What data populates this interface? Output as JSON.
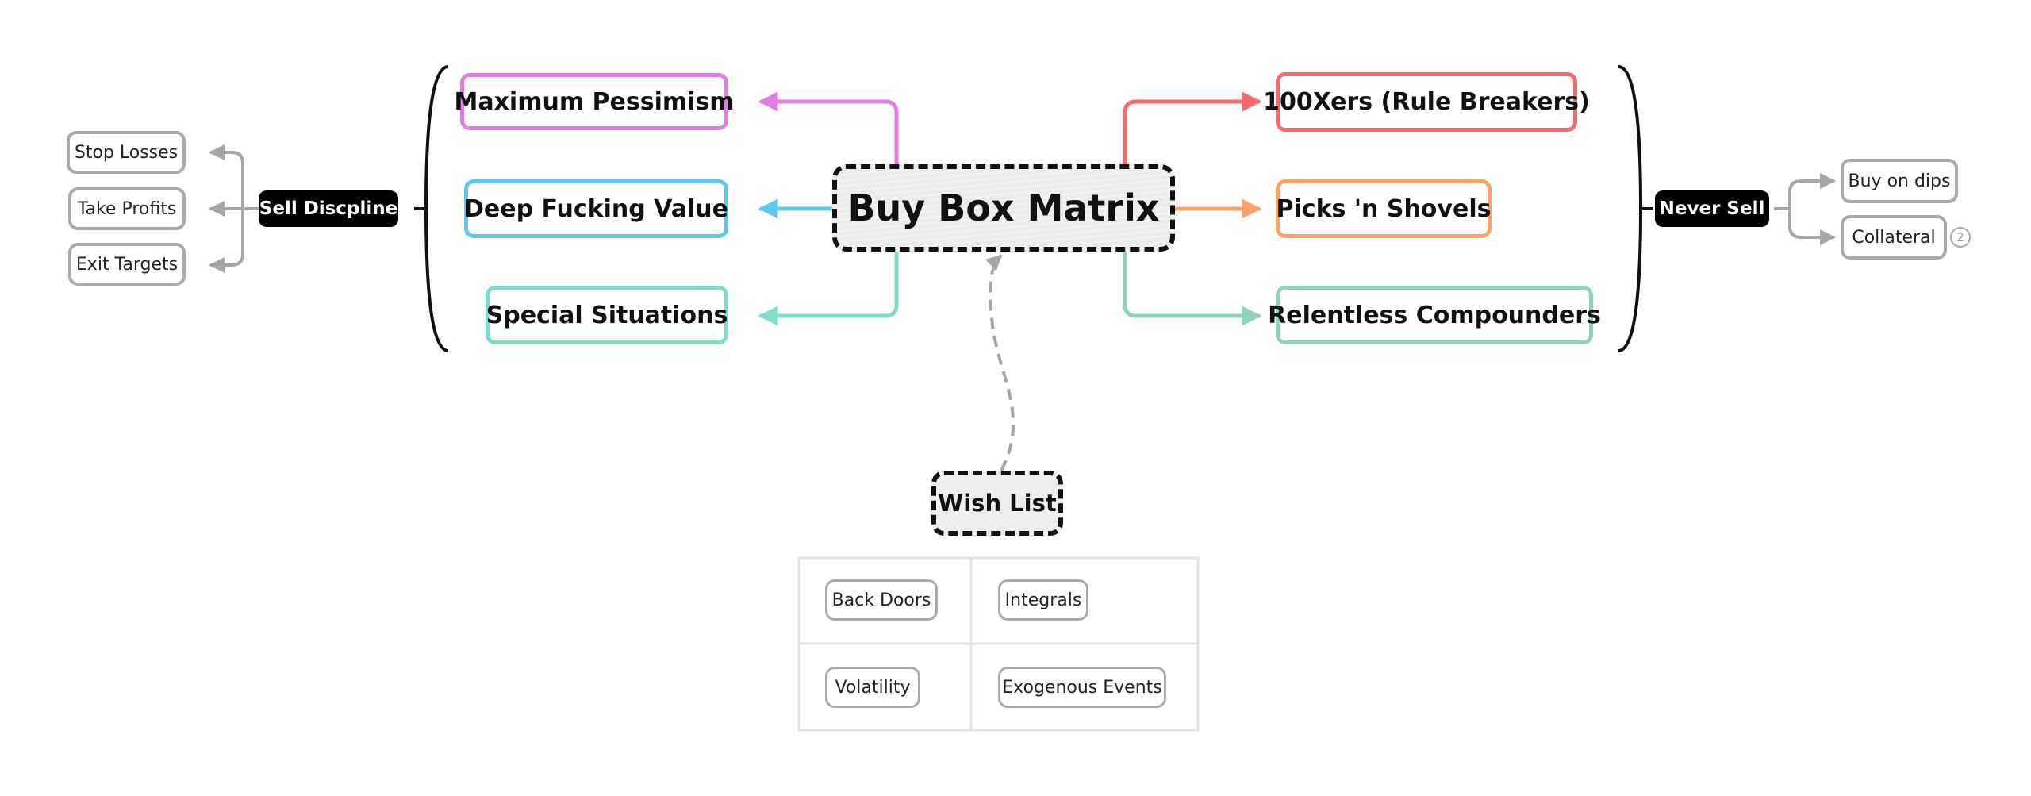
{
  "central": {
    "label": "Buy Box Matrix"
  },
  "left_topics": [
    {
      "label": "Maximum Pessimism",
      "color": "#e07ee4"
    },
    {
      "label": "Deep Fucking Value",
      "color": "#5ec8ef"
    },
    {
      "label": "Special Situations",
      "color": "#7fdccd"
    }
  ],
  "right_topics": [
    {
      "label": "100Xers (Rule Breakers)",
      "color": "#f56b6b"
    },
    {
      "label": "Picks 'n Shovels",
      "color": "#f7a46c"
    },
    {
      "label": "Relentless Compounders",
      "color": "#8fd4b8"
    }
  ],
  "left_summary": {
    "label": "Sell Discpline",
    "items": [
      "Stop Losses",
      "Take Profits",
      "Exit Targets"
    ]
  },
  "right_summary": {
    "label": "Never Sell",
    "items": [
      "Buy on dips",
      "Collateral"
    ],
    "collateral_badge": "2"
  },
  "floating": {
    "label": "Wish List",
    "matrix": [
      [
        "Back Doors",
        "Integrals"
      ],
      [
        "Volatility",
        "Exogenous Events"
      ]
    ]
  },
  "colors": {
    "gray_connector": "#a6a6a6",
    "bracket": "#111111",
    "table_border": "#e3e3e3"
  }
}
